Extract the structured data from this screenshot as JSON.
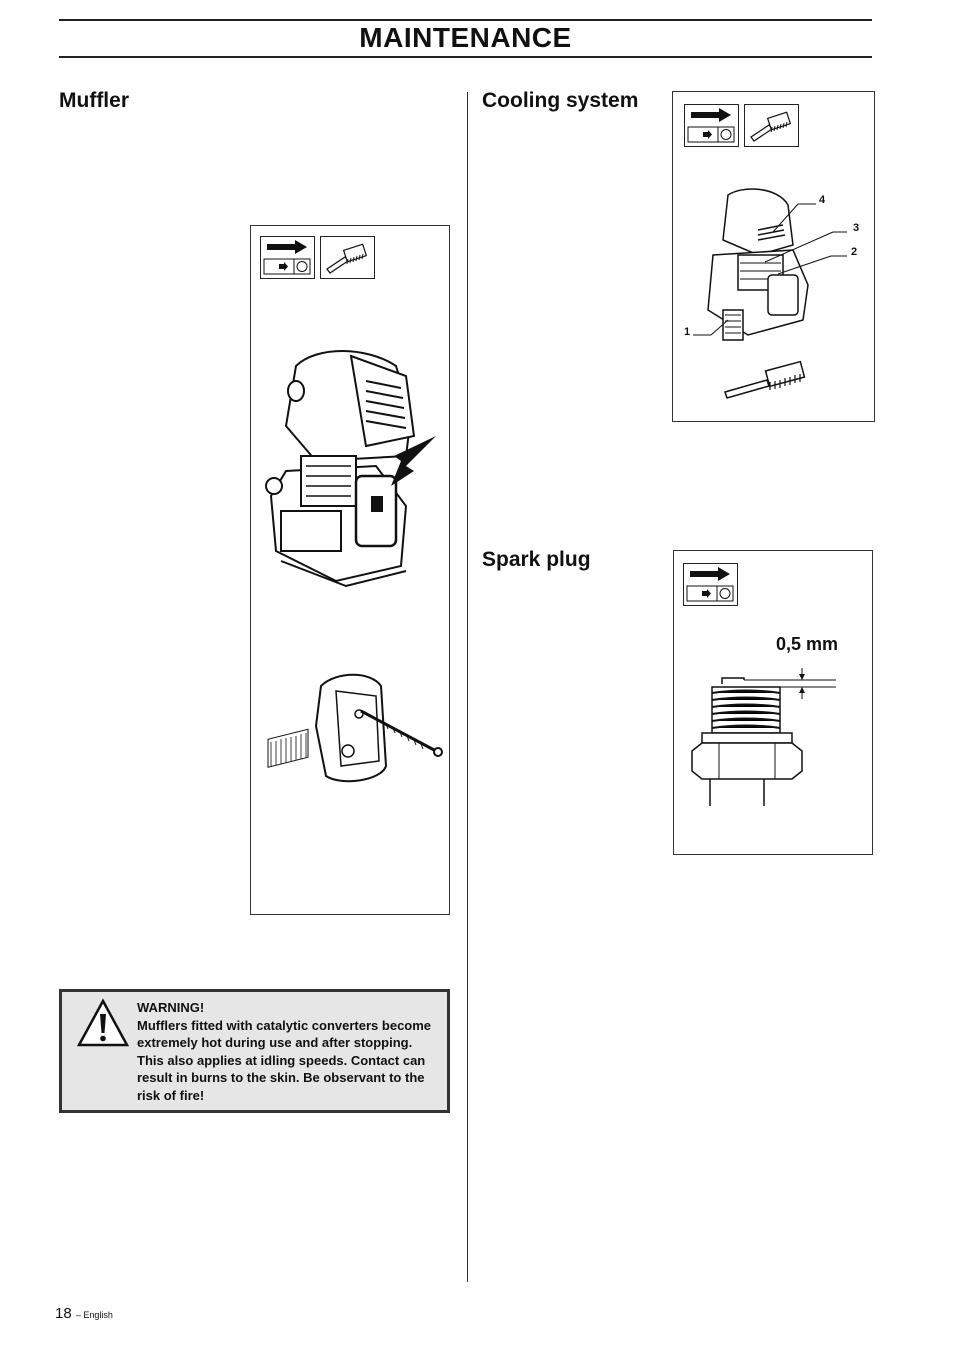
{
  "header": {
    "title": "MAINTENANCE"
  },
  "sections": {
    "muffler": {
      "heading": "Muffler"
    },
    "cooling": {
      "heading": "Cooling system",
      "callouts": [
        "4",
        "3",
        "2",
        "1"
      ]
    },
    "spark_plug": {
      "heading": "Spark plug",
      "gap_label": "0,5 mm"
    }
  },
  "warning": {
    "title": "WARNING!",
    "text": "Mufflers fitted with catalytic converters become extremely hot during use and after stopping. This also applies at idling speeds. Contact can result in burns to the skin. Be observant to the risk of fire!"
  },
  "footer": {
    "page_number": "18",
    "language": "– English"
  },
  "icons": {
    "stop_switch": "stop-switch-icon",
    "brush": "brush-icon",
    "warning": "exclamation-triangle-icon"
  }
}
